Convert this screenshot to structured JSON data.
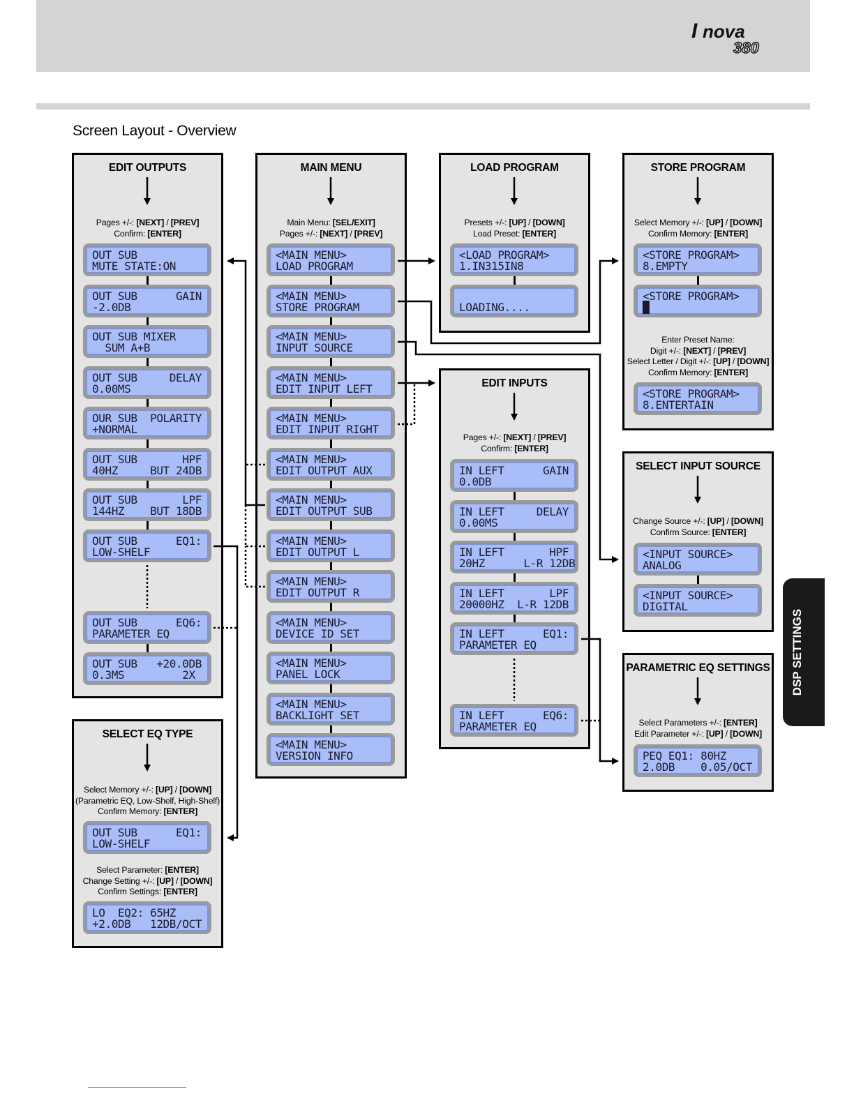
{
  "header": {
    "logo_text": "Inova 380"
  },
  "page_heading": "Screen Layout - Overview",
  "side_tab": "DSP SETTINGS",
  "panels": {
    "edit_outputs": {
      "title": "EDIT OUTPUTS",
      "notes": [
        [
          "Pages +/-: ",
          "[NEXT]",
          " / ",
          "[PREV]"
        ],
        [
          "Confirm: ",
          "[ENTER]"
        ]
      ],
      "lcds": [
        [
          "OUT SUB",
          "MUTE STATE:ON"
        ],
        [
          "OUT SUB      GAIN",
          "-2.0DB"
        ],
        [
          "OUT SUB MIXER",
          "  SUM A+B"
        ],
        [
          "OUT SUB     DELAY",
          "0.00MS"
        ],
        [
          "OUR SUB  POLARITY",
          "+NORMAL"
        ],
        [
          "OUT SUB       HPF",
          "40HZ     BUT 24DB"
        ],
        [
          "OUT SUB       LPF",
          "144HZ    BUT 18DB"
        ],
        [
          "OUT SUB      EQ1:",
          "LOW-SHELF"
        ],
        [
          "OUT SUB      EQ6:",
          "PARAMETER EQ"
        ],
        [
          "OUT SUB   +20.0DB",
          "0.3MS         2X"
        ]
      ]
    },
    "main_menu": {
      "title": "MAIN MENU",
      "notes": [
        [
          "Main Menu: ",
          "[SEL/EXIT]"
        ],
        [
          "Pages +/-: ",
          "[NEXT]",
          " / ",
          "[PREV]"
        ]
      ],
      "lcds": [
        [
          "<MAIN MENU>",
          "LOAD PROGRAM"
        ],
        [
          "<MAIN MENU>",
          "STORE PROGRAM"
        ],
        [
          "<MAIN MENU>",
          "INPUT SOURCE"
        ],
        [
          "<MAIN MENU>",
          "EDIT INPUT LEFT"
        ],
        [
          "<MAIN MENU>",
          "EDIT INPUT RIGHT"
        ],
        [
          "<MAIN MENU>",
          "EDIT OUTPUT AUX"
        ],
        [
          "<MAIN MENU>",
          "EDIT OUTPUT SUB"
        ],
        [
          "<MAIN MENU>",
          "EDIT OUTPUT L"
        ],
        [
          "<MAIN MENU>",
          "EDIT OUTPUT R"
        ],
        [
          "<MAIN MENU>",
          "DEVICE ID SET"
        ],
        [
          "<MAIN MENU>",
          "PANEL LOCK"
        ],
        [
          "<MAIN MENU>",
          "BACKLIGHT SET"
        ],
        [
          "<MAIN MENU>",
          "VERSION INFO"
        ]
      ]
    },
    "load_program": {
      "title": "LOAD PROGRAM",
      "notes": [
        [
          "Presets +/-: ",
          "[UP]",
          " / ",
          "[DOWN]"
        ],
        [
          "Load Preset: ",
          "[ENTER]"
        ]
      ],
      "lcds": [
        [
          "<LOAD PROGRAM>",
          "1.IN315IN8"
        ],
        [
          "",
          "LOADING...."
        ]
      ]
    },
    "store_program": {
      "title": "STORE PROGRAM",
      "notes": [
        [
          "Select Memory +/-: ",
          "[UP]",
          " / ",
          "[DOWN]"
        ],
        [
          "Confirm Memory: ",
          "[ENTER]"
        ]
      ],
      "notes2": [
        [
          "Enter Preset Name:"
        ],
        [
          "Digit +/-: ",
          "[NEXT]",
          " / ",
          "[PREV]"
        ],
        [
          "Select Letter / Digit +/-: ",
          "[UP]",
          " / ",
          "[DOWN]"
        ],
        [
          "Confirm Memory: ",
          "[ENTER]"
        ]
      ],
      "lcds": [
        [
          "<STORE PROGRAM>",
          "8.EMPTY"
        ],
        [
          "<STORE PROGRAM>",
          "█"
        ],
        [
          "<STORE PROGRAM>",
          "8.ENTERTAIN"
        ]
      ]
    },
    "edit_inputs": {
      "title": "EDIT INPUTS",
      "notes": [
        [
          "Pages +/-: ",
          "[NEXT]",
          " / ",
          "[PREV]"
        ],
        [
          "Confirm: ",
          "[ENTER]"
        ]
      ],
      "lcds": [
        [
          "IN LEFT      GAIN",
          "0.0DB"
        ],
        [
          "IN LEFT     DELAY",
          "0.00MS"
        ],
        [
          "IN LEFT       HPF",
          "20HZ      L-R 12DB"
        ],
        [
          "IN LEFT       LPF",
          "20000HZ  L-R 12DB"
        ],
        [
          "IN LEFT      EQ1:",
          "PARAMETER EQ"
        ],
        [
          "IN LEFT      EQ6:",
          "PARAMETER EQ"
        ]
      ]
    },
    "select_input_source": {
      "title": "SELECT INPUT SOURCE",
      "notes": [
        [
          "Change Source +/-: ",
          "[UP]",
          " / ",
          "[DOWN]"
        ],
        [
          "Confirm Source: ",
          "[ENTER]"
        ]
      ],
      "lcds": [
        [
          "<INPUT SOURCE>",
          "ANALOG"
        ],
        [
          "<INPUT SOURCE>",
          "DIGITAL"
        ]
      ]
    },
    "parametric_eq": {
      "title": "PARAMETRIC EQ SETTINGS",
      "notes": [
        [
          "Select Parameters +/-: ",
          "[ENTER]"
        ],
        [
          "Edit Parameter +/-: ",
          "[UP]",
          " / ",
          "[DOWN]"
        ]
      ],
      "lcds": [
        [
          "PEQ EQ1: 80HZ",
          "2.0DB    0.05/OCT"
        ]
      ]
    },
    "select_eq_type": {
      "title": "SELECT EQ TYPE",
      "notes": [
        [
          "Select Memory +/-: ",
          "[UP]",
          " / ",
          "[DOWN]"
        ],
        [
          "(Parametric EQ, Low-Shelf, High-Shelf)"
        ],
        [
          "Confirm Memory: ",
          "[ENTER]"
        ]
      ],
      "notes2": [
        [
          "Select Parameter: ",
          "[ENTER]"
        ],
        [
          "Change Setting +/-: ",
          "[UP]",
          " / ",
          "[DOWN]"
        ],
        [
          "Confirm Settings: ",
          "[ENTER]"
        ]
      ],
      "lcds": [
        [
          "OUT SUB      EQ1:",
          "LOW-SHELF"
        ],
        [
          "LO  EQ2: 65HZ",
          "+2.0DB   12DB/OCT"
        ]
      ]
    }
  }
}
